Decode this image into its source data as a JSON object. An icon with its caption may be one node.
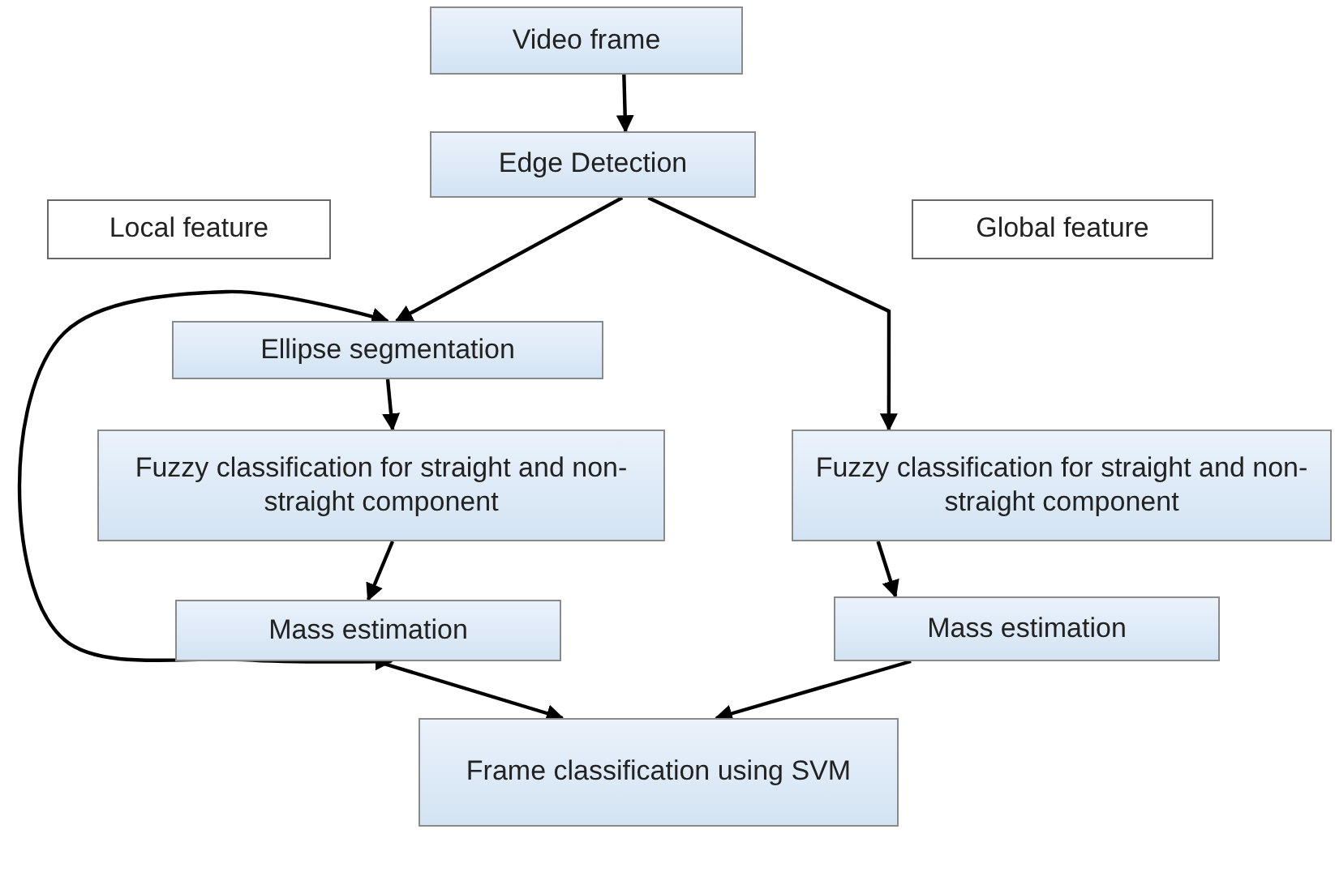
{
  "diagram": {
    "nodes": [
      {
        "text": [
          "Video frame"
        ]
      },
      {
        "text": [
          "Edge Detection"
        ]
      },
      {
        "text": [
          "Local feature"
        ]
      },
      {
        "text": [
          "Global feature"
        ]
      },
      {
        "text": [
          "Ellipse segmentation"
        ]
      },
      {
        "text": [
          "Fuzzy classification for straight and non-straight component"
        ]
      },
      {
        "text": [
          "Mass estimation"
        ]
      },
      {
        "text": [
          "Fuzzy classification for straight and non-straight component"
        ]
      },
      {
        "text": [
          "Mass estimation"
        ]
      },
      {
        "text": [
          "Frame classification using SVM"
        ]
      }
    ],
    "edges": [
      {
        "from": 0,
        "to": 1,
        "arrow": "to"
      },
      {
        "from": 1,
        "to": 4,
        "arrow": "to"
      },
      {
        "from": 1,
        "to": 7,
        "arrow": "to"
      },
      {
        "from": 4,
        "to": 5,
        "arrow": "to"
      },
      {
        "from": 5,
        "to": 6,
        "arrow": "to"
      },
      {
        "from": 7,
        "to": 8,
        "arrow": "to"
      },
      {
        "from": 6,
        "to": 9,
        "arrow": "to"
      },
      {
        "from": 8,
        "to": 9,
        "arrow": "to"
      },
      {
        "from": 6,
        "to": 4,
        "arrow": "both"
      }
    ]
  }
}
